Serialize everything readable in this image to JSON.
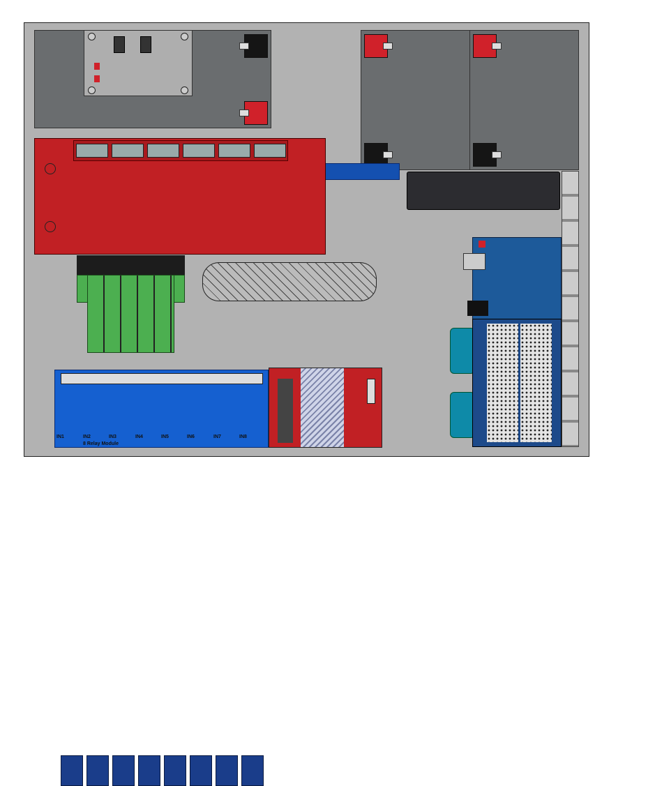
{
  "relay_module": {
    "title": "8 Relay Module",
    "inputs": [
      "IN1",
      "IN2",
      "IN3",
      "IN4",
      "IN5",
      "IN6",
      "IN7",
      "IN8"
    ]
  },
  "colors": {
    "enclosure": "#b2b2b2",
    "battery": "#6a6d6f",
    "power_supply": "#c12024",
    "relay_board": "#1560d0",
    "terminal_board": "#4caf50",
    "arduino": "#1d5a9a"
  }
}
